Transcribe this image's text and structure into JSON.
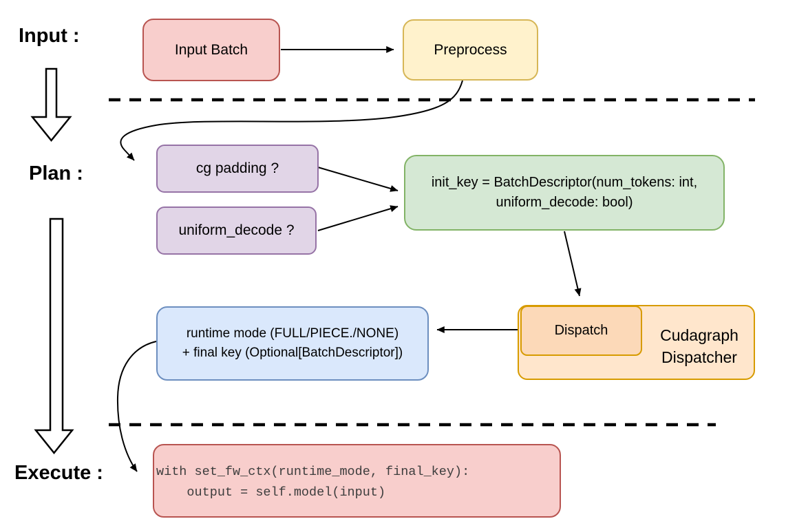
{
  "stages": {
    "input": "Input :",
    "plan": "Plan :",
    "execute": "Execute :"
  },
  "nodes": {
    "input_batch": {
      "label": "Input Batch"
    },
    "preprocess": {
      "label": "Preprocess"
    },
    "cg_padding": {
      "label": "cg padding ?"
    },
    "uniform_decode": {
      "label": "uniform_decode ?"
    },
    "init_key": {
      "line1": "init_key = BatchDescriptor(num_tokens: int,",
      "line2": "uniform_decode: bool)"
    },
    "dispatch": {
      "label": "Dispatch"
    },
    "cudagraph_dispatcher": {
      "line1": "Cudagraph",
      "line2": "Dispatcher"
    },
    "runtime_mode": {
      "line1": "runtime mode (FULL/PIECE./NONE)",
      "line2": "+ final key (Optional[BatchDescriptor])"
    },
    "execute_code": {
      "line1": "with set_fw_ctx(runtime_mode, final_key):",
      "line2": "    output = self.model(input)"
    }
  },
  "colors": {
    "red_fill": "#f8cecc",
    "red_border": "#b85450",
    "yellow_fill": "#fff2cc",
    "yellow_border": "#d6b656",
    "purple_fill": "#e1d5e7",
    "purple_border": "#9673a6",
    "green_fill": "#d5e8d4",
    "green_border": "#82b366",
    "orange_fill": "#ffe6cc",
    "orange_fill_dark": "#fcd9b8",
    "orange_border": "#d79b00",
    "blue_fill": "#dae8fc",
    "blue_border": "#6c8ebf",
    "connector": "#000000"
  }
}
